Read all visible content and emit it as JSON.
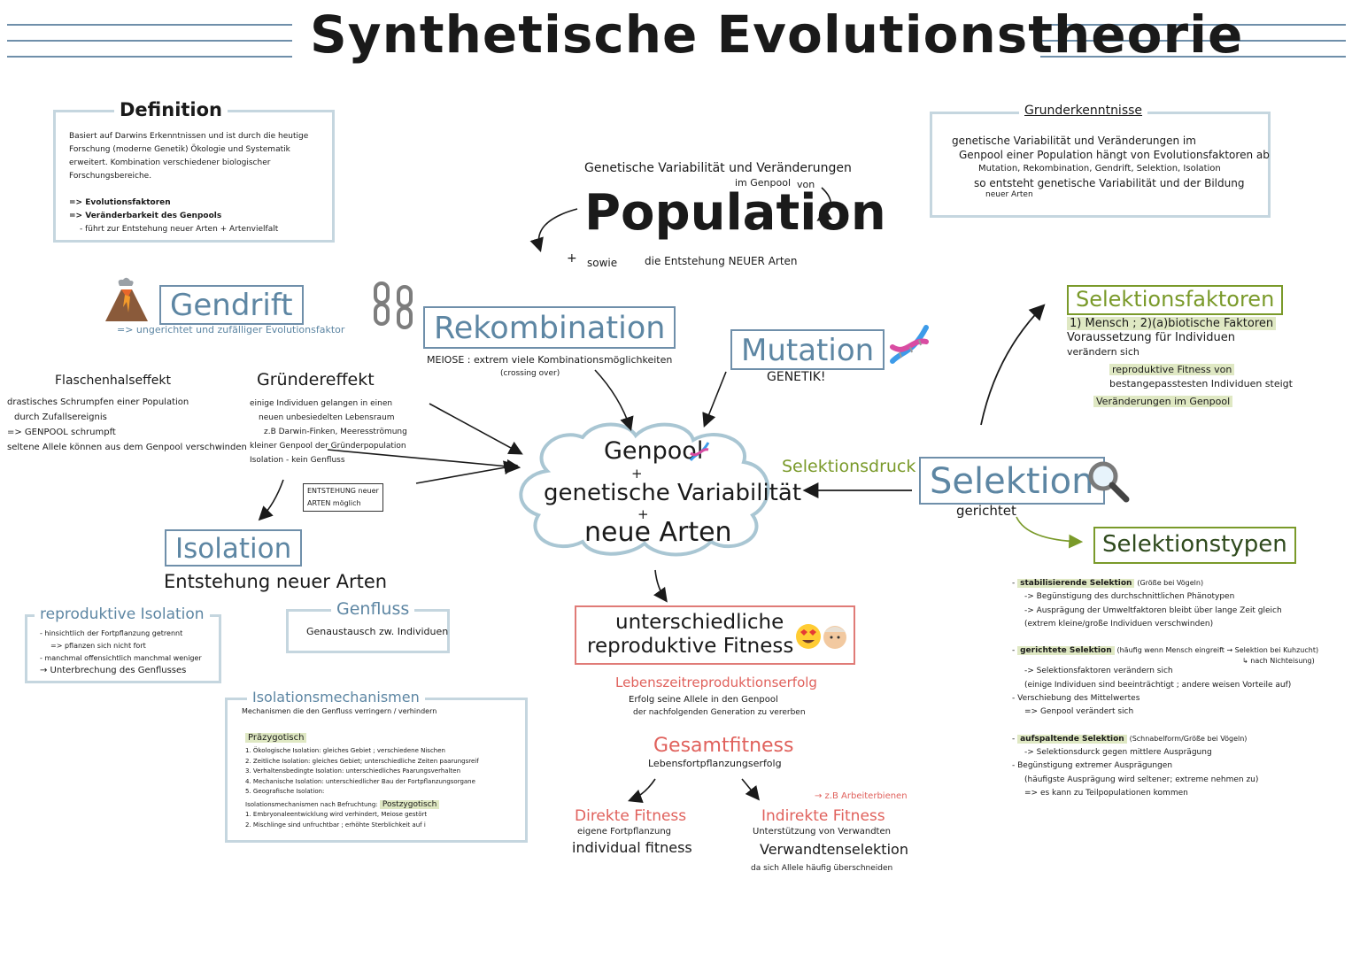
{
  "title": "Synthetische Evolutionstheorie",
  "definition": {
    "heading": "Definition",
    "lines": [
      "Basiert auf Darwins Erkenntnissen und ist durch die heutige",
      "Forschung (moderne Genetik) Ökologie und Systematik",
      "erweitert. Kombination verschiedener biologischer",
      "Forschungsbereiche."
    ],
    "points": [
      "=> Evolutionsfaktoren",
      "=> Veränderbarkeit des Genpools",
      "- führt zur Entstehung neuer Arten + Artenvielfalt"
    ]
  },
  "population": {
    "top_line": "Genetische Variabilität und Veränderungen",
    "top_sub": "im Genpool",
    "von": "von",
    "word": "Population",
    "plus": "+",
    "sowie": "sowie",
    "bottom": "die Entstehung NEUER Arten"
  },
  "grunderkenntnisse": {
    "heading": "Grunderkenntnisse",
    "line1": "genetische Variabilität und Veränderungen im",
    "line2": "Genpool einer Population hängt von Evolutionsfaktoren ab",
    "line3": "Mutation, Rekombination, Gendrift, Selektion, Isolation",
    "line4": "so entsteht genetische Variabilität und der Bildung",
    "line5": "neuer Arten"
  },
  "gendrift": {
    "label": "Gendrift",
    "sub": "=> ungerichtet und zufälliger Evolutionsfaktor"
  },
  "flaschenhals": {
    "heading": "Flaschenhalseffekt",
    "lines": [
      "drastisches Schrumpfen einer Population",
      "durch Zufallsereignis",
      "=> GENPOOL schrumpft",
      "seltene Allele können aus dem Genpool verschwinden"
    ]
  },
  "gruender": {
    "heading": "Gründereffekt",
    "lines": [
      "einige Individuen gelangen in einen",
      "neuen unbesiedelten Lebensraum",
      "z.B Darwin-Finken, Meeresströmung",
      "kleiner Genpool der Gründerpopulation",
      "Isolation - kein Genfluss"
    ],
    "box": [
      "ENTSTEHUNG neuer",
      "ARTEN möglich"
    ]
  },
  "rekombination": {
    "label": "Rekombination",
    "sub": "MEIOSE : extrem viele Kombinationsmöglichkeiten",
    "sub2": "(crossing over)"
  },
  "mutation": {
    "label": "Mutation",
    "sub": "GENETIK!"
  },
  "genpool": {
    "l1": "Genpool",
    "plus1": "+",
    "l2": "genetische Variabilität",
    "plus2": "+",
    "l3": "neue Arten"
  },
  "selektionsdruck": "Selektionsdruck",
  "selektion": {
    "label": "Selektion",
    "sub": "gerichtet"
  },
  "selektionsfaktoren": {
    "label": "Selektionsfaktoren",
    "l1": "1) Mensch ; 2)(a)biotische Faktoren",
    "l2": "Voraussetzung für Individuen",
    "l3": "verändern sich",
    "l4": "reproduktive Fitness von",
    "l5": "bestangepasstesten Individuen steigt",
    "l6": "Veränderungen im Genpool"
  },
  "selektionstypen": {
    "label": "Selektionstypen",
    "blocks": [
      {
        "head": "stabilisierende Selektion",
        "note": "(Größe bei Vögeln)",
        "lines": [
          "-> Begünstigung des durchschnittlichen Phänotypen",
          "-> Ausprägung der Umweltfaktoren bleibt über lange Zeit gleich",
          "(extrem kleine/große Individuen verschwinden)"
        ]
      },
      {
        "head": "gerichtete Selektion",
        "note": "(häufig wenn Mensch eingreift → Selektion bei Kuhzucht)",
        "note2": "↳ nach Nichteisung)",
        "lines": [
          "-> Selektionsfaktoren verändern sich",
          "(einige Individuen sind beeinträchtigt ; andere weisen Vorteile auf)",
          "- Verschiebung des Mittelwertes",
          "=> Genpool verändert sich"
        ]
      },
      {
        "head": "aufspaltende Selektion",
        "note": "(Schnabelform/Größe bei Vögeln)",
        "lines": [
          "-> Selektionsdurck gegen mittlere Ausprägung",
          "- Begünstigung extremer Ausprägungen",
          "(häufigste Ausprägung wird seltener; extreme nehmen zu)",
          "=> es kann zu Teilpopulationen kommen"
        ]
      }
    ]
  },
  "isolation": {
    "label": "Isolation",
    "sub": "Entstehung neuer Arten"
  },
  "reproduktive": {
    "heading": "reproduktive Isolation",
    "lines": [
      "- hinsichtlich der Fortpflanzung getrennt",
      "=> pflanzen sich nicht fort",
      "- manchmal offensichtlich manchmal weniger",
      "→ Unterbrechung des Genflusses"
    ]
  },
  "genfluss": {
    "heading": "Genfluss",
    "line": "Genaustausch zw. Individuen"
  },
  "isomech": {
    "heading": "Isolationsmechanismen",
    "sub": "Mechanismen die den Genfluss verringern / verhindern",
    "prae": "Präzygotisch",
    "prae_lines": [
      "1. Ökologische Isolation: gleiches Gebiet ; verschiedene Nischen",
      "2. Zeitliche Isolation: gleiches Gebiet; unterschiedliche Zeiten paarungsreif",
      "3. Verhaltensbedingte Isolation: unterschiedliches Paarungsverhalten",
      "4. Mechanische Isolation: unterschiedlicher Bau der Fortpflanzungsorgane",
      "5. Geografische Isolation:"
    ],
    "post_intro": "Isolationsmechanismen nach Befruchtung:",
    "post": "Postzygotisch",
    "post_lines": [
      "1. Embryonaleentwicklung wird verhindert, Meiose gestört",
      "2. Mischlinge sind unfruchtbar ; erhöhte Sterblichkeit auf i"
    ]
  },
  "fitness": {
    "box_l1": "unterschiedliche",
    "box_l2": "reproduktive Fitness",
    "lebens": "Lebenszeitreproduktionserfolg",
    "lebens_l1": "Erfolg seine Allele in den Genpool",
    "lebens_l2": "der nachfolgenden Generation zu vererben",
    "gesamt": "Gesamtfitness",
    "gesamt_sub": "Lebensfortpflanzungserfolg",
    "direkt": "Direkte Fitness",
    "direkt_sub": "eigene Fortpflanzung",
    "direkt_sub2": "individual fitness",
    "indirekt_note": "→ z.B Arbeiterbienen",
    "indirekt": "Indirekte Fitness",
    "indirekt_sub": "Unterstützung von Verwandten",
    "indirekt_sub2": "Verwandtenselektion",
    "indirekt_sub3": "da sich Allele häufig überschneiden"
  },
  "colors": {
    "accent_blue": "#5d86a3",
    "accent_green": "#7a9a2a",
    "accent_red": "#e0615c",
    "box_border": "#c5d6df"
  },
  "icons": [
    "volcano-icon",
    "chain-icon",
    "dna-icon",
    "magnifier-icon",
    "emoji-icon"
  ]
}
